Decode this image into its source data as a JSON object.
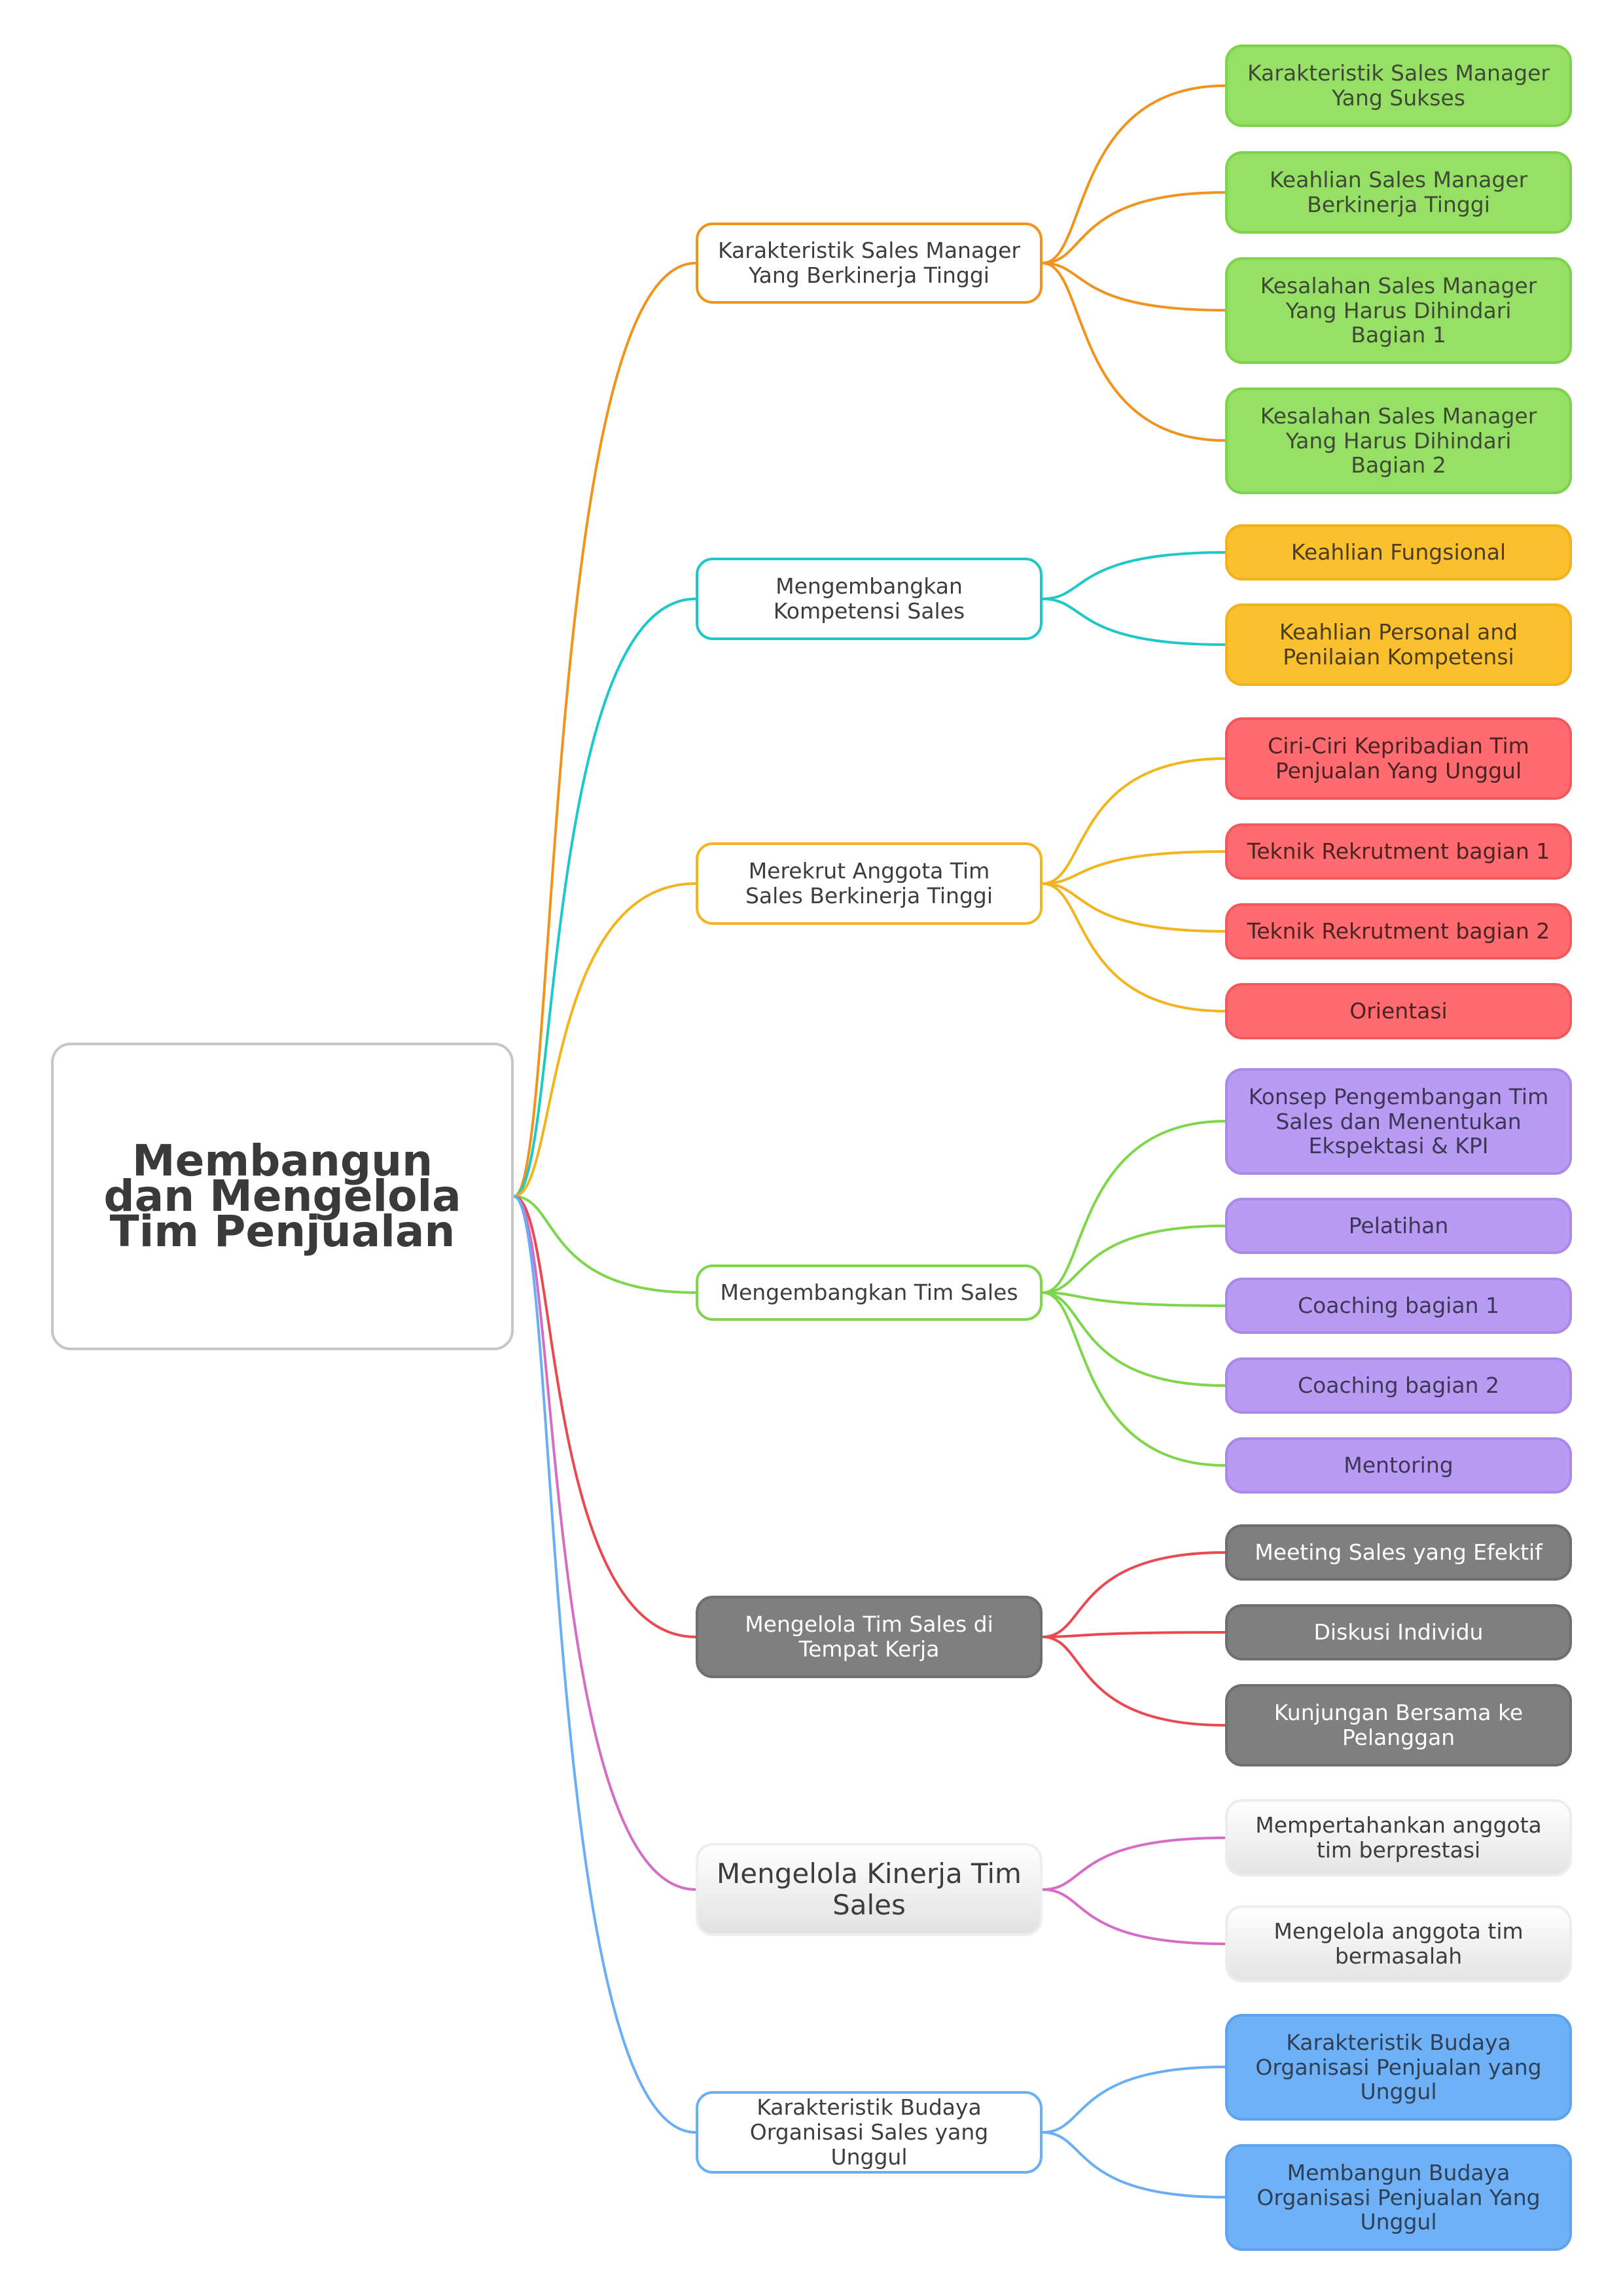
{
  "root": {
    "label": "Membangun dan Mengelola Tim Penjualan"
  },
  "branches": [
    {
      "label": "Karakteristik Sales Manager Yang Berkinerja Tinggi",
      "line_color": "#f0941d",
      "children": [
        "Karakteristik Sales Manager Yang Sukses",
        "Keahlian Sales Manager Berkinerja Tinggi",
        "Kesalahan Sales Manager Yang Harus Dihindari Bagian 1",
        "Kesalahan Sales Manager Yang Harus Dihindari Bagian 2"
      ]
    },
    {
      "label": "Mengembangkan Kompetensi Sales",
      "line_color": "#1fc8c8",
      "children": [
        "Keahlian Fungsional",
        "Keahlian Personal and Penilaian Kompetensi"
      ]
    },
    {
      "label": "Merekrut Anggota Tim Sales Berkinerja Tinggi",
      "line_color": "#f2b51e",
      "children": [
        "Ciri-Ciri Kepribadian Tim Penjualan Yang Unggul",
        "Teknik Rekrutment bagian 1",
        "Teknik Rekrutment bagian 2",
        "Orientasi"
      ]
    },
    {
      "label": "Mengembangkan Tim Sales",
      "line_color": "#7ed64a",
      "children": [
        "Konsep Pengembangan Tim Sales dan Menentukan Ekspektasi & KPI",
        "Pelatihan",
        "Coaching bagian 1",
        "Coaching bagian 2",
        "Mentoring"
      ]
    },
    {
      "label": "Mengelola Tim Sales di Tempat Kerja",
      "line_color": "#e84a4f",
      "children": [
        "Meeting Sales yang Efektif",
        "Diskusi Individu",
        "Kunjungan Bersama ke Pelanggan"
      ]
    },
    {
      "label": "Mengelola Kinerja Tim Sales",
      "line_color": "#d56dc4",
      "children": [
        "Mempertahankan anggota tim berprestasi",
        "Mengelola anggota tim bermasalah"
      ]
    },
    {
      "label": "Karakteristik Budaya Organisasi Sales yang Unggul",
      "line_color": "#6aaef5",
      "children": [
        "Karakteristik Budaya Organisasi Penjualan yang Unggul",
        "Membangun Budaya Organisasi Penjualan Yang Unggul"
      ]
    }
  ]
}
